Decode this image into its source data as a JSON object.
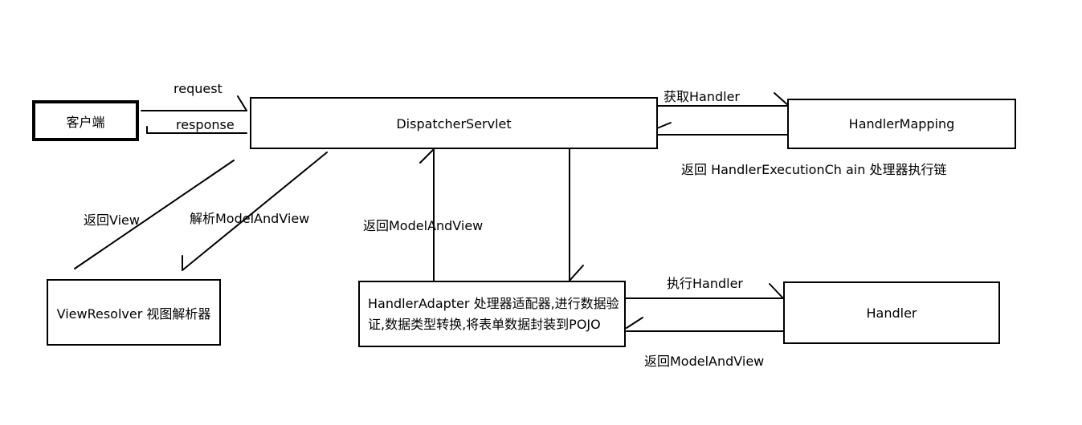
{
  "nodes": {
    "client": "客户端",
    "dispatcher": "DispatcherServlet",
    "handler_mapping": "HandlerMapping",
    "view_resolver": "ViewResolver 视图解析器",
    "handler_adapter_line1": "HandlerAdapter 处理器适配器,进行数据验",
    "handler_adapter_line2": "证,数据类型转换,将表单数据封装到POJO",
    "handler": "Handler"
  },
  "edges": {
    "request": "request",
    "response": "response",
    "get_handler": "获取Handler",
    "return_chain": "返回  HandlerExecutionCh ain 处理器执行链",
    "return_view": "返回View",
    "parse_mav": "解析ModelAndView",
    "return_mav_dispatcher": "返回ModelAndView",
    "execute_handler": "执行Handler",
    "return_mav_adapter": "返回ModelAndView"
  }
}
